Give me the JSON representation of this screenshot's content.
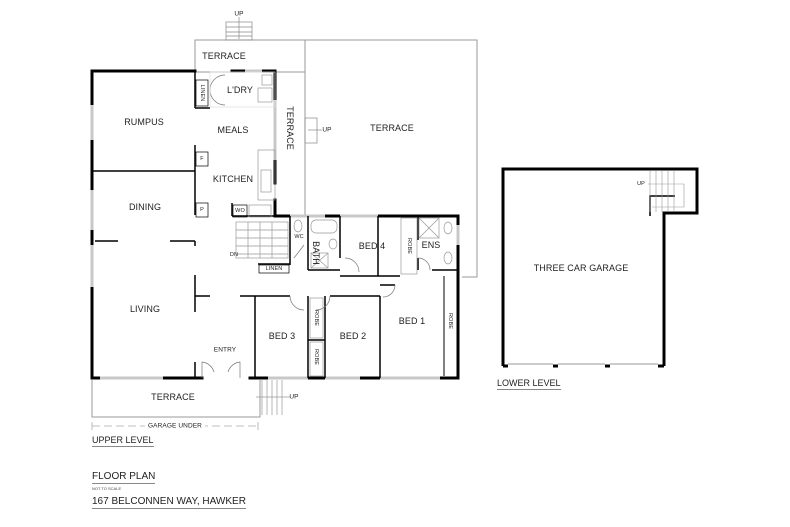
{
  "document": {
    "title": "FLOOR PLAN",
    "subtitle": "NOT TO SCALE",
    "address": "167 BELCONNEN WAY, HAWKER"
  },
  "upper_level": {
    "label": "UPPER LEVEL",
    "rooms": {
      "terrace_top": "TERRACE",
      "terrace_side": "TERRACE",
      "terrace_large": "TERRACE",
      "terrace_front": "TERRACE",
      "laundry": "L'DRY",
      "linen_laundry": "LINEN",
      "rumpus": "RUMPUS",
      "meals": "MEALS",
      "kitchen": "KITCHEN",
      "fridge": "F",
      "pantry": "P",
      "wall_oven": "WO",
      "dining": "DINING",
      "living": "LIVING",
      "entry": "ENTRY",
      "wc": "WC",
      "bath": "BATH",
      "linen_hall": "LINEN",
      "bed4": "BED 4",
      "robe_bed4": "ROBE",
      "ensuite": "ENS",
      "bed1": "BED 1",
      "robe_bed1": "ROBE",
      "bed2": "BED 2",
      "bed3": "BED 3",
      "robe_bed3": "ROBE",
      "robe_bed2": "ROBE",
      "garage_under": "GARAGE UNDER"
    },
    "stairs": {
      "top_up": "UP",
      "side_up": "UP",
      "front_up": "UP",
      "internal_dn": "DN"
    }
  },
  "lower_level": {
    "label": "LOWER LEVEL",
    "rooms": {
      "garage": "THREE CAR GARAGE"
    },
    "stairs": {
      "up": "UP"
    }
  },
  "colors": {
    "wall": "#000000",
    "thin_line": "#555555",
    "window": "#c8c8c8",
    "text": "#222222",
    "background": "#ffffff"
  }
}
